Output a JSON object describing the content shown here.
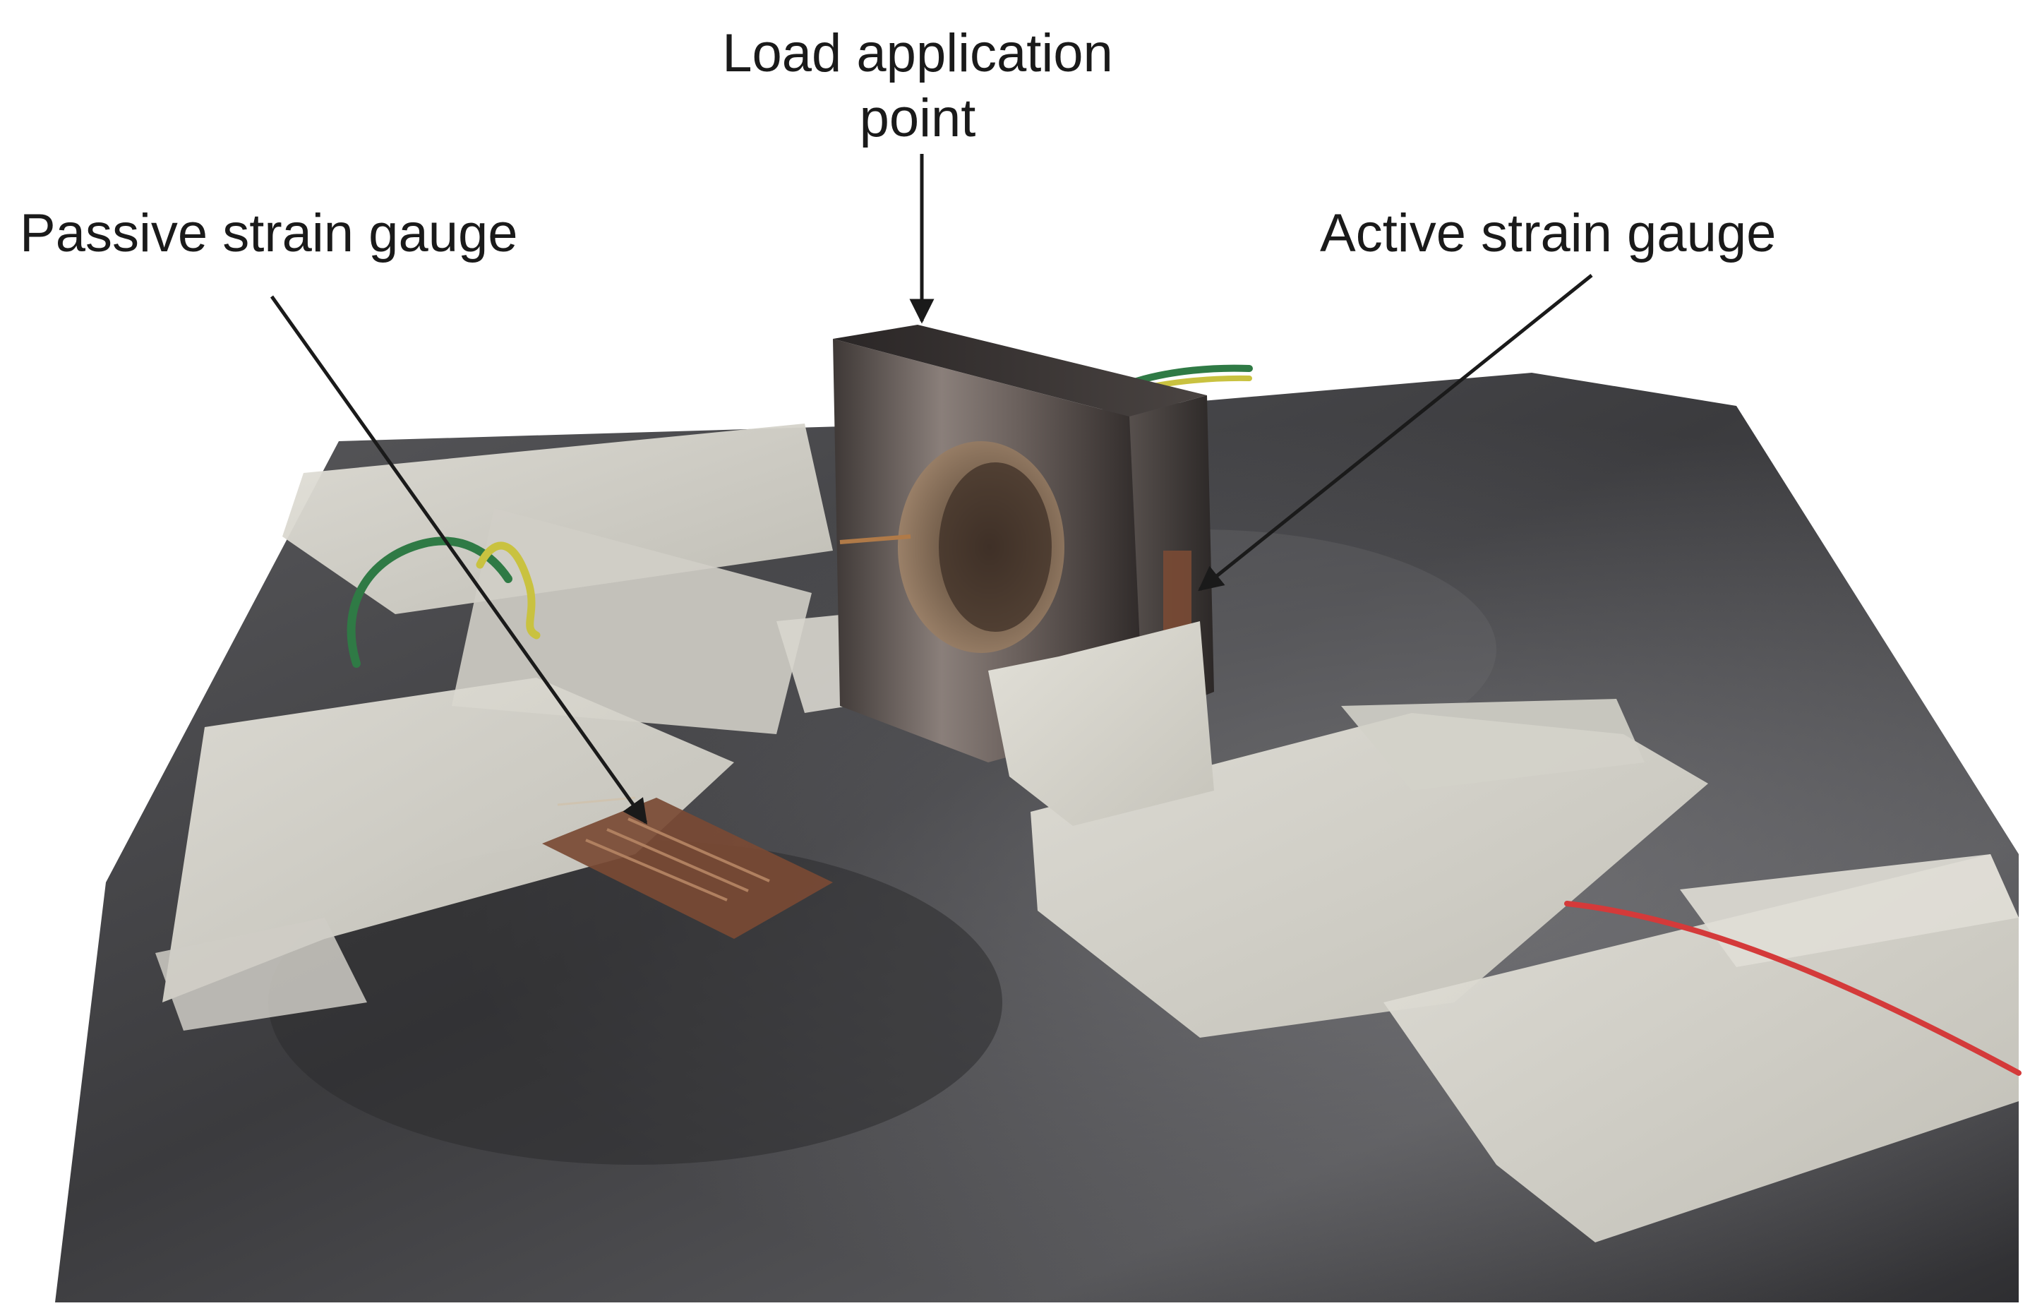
{
  "annotations": {
    "load_point": "Load application point",
    "passive_gauge": "Passive strain gauge",
    "active_gauge": "Active strain gauge"
  },
  "colors": {
    "plate": "#4a4a4c",
    "tape": "#d6d4cc",
    "specimen": "#5e5654",
    "gauge": "#7a4a34",
    "wire_green": "#2f7a45",
    "wire_yellow": "#c9c240",
    "wire_red": "#d43a3a",
    "arrow": "#1a1a1a"
  }
}
